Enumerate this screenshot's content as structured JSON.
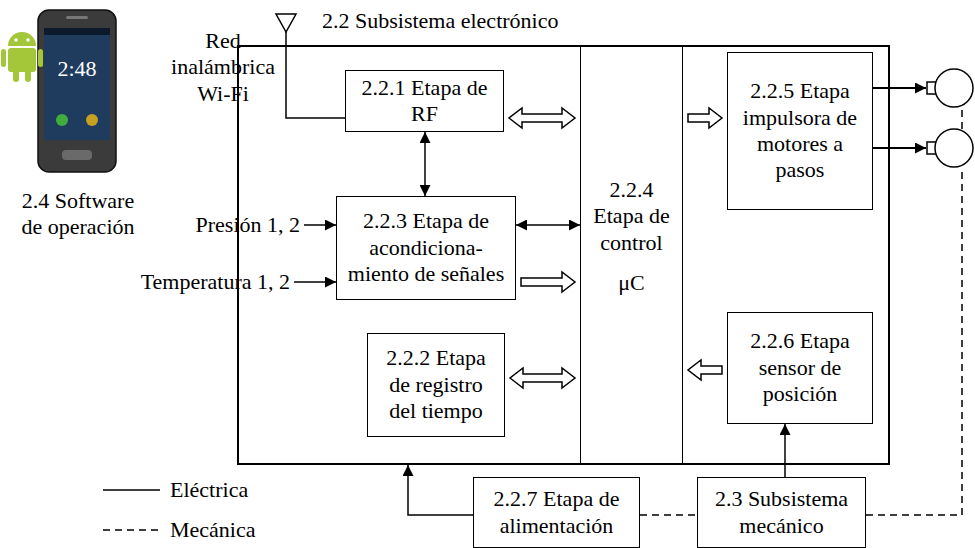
{
  "diagram": {
    "nodes": [
      {
        "text": [
          "2.2 Subsistema electrónico"
        ]
      },
      {
        "text": [
          "2.2.1 Etapa de RF"
        ],
        "in": 0
      },
      {
        "text": [
          "2.2.3 Etapa de acondiciona- miento de señales"
        ],
        "in": 0
      },
      {
        "text": [
          "2.2.2 Etapa de registro del tiempo"
        ],
        "in": 0
      },
      {
        "text": [
          "2.2.4 Etapa de control",
          "μC"
        ],
        "in": 0
      },
      {
        "text": [
          "2.2.5 Etapa impulsora de motores a pasos"
        ],
        "in": 0
      },
      {
        "text": [
          "2.2.6 Etapa sensor de posición"
        ],
        "in": 0
      },
      {
        "text": [
          "2.2.7 Etapa de alimentación"
        ]
      },
      {
        "text": [
          "2.3 Subsistema mecánico"
        ]
      }
    ],
    "edges": [
      {
        "from": 1,
        "to": 4,
        "arrow": "both"
      },
      {
        "from": 1,
        "to": 2,
        "arrow": "both"
      },
      {
        "from": 2,
        "to": 4,
        "arrow": "both"
      },
      {
        "from": 2,
        "to": 4,
        "arrow": "to"
      },
      {
        "from": 3,
        "to": 4,
        "arrow": "both"
      },
      {
        "from": 4,
        "to": 5,
        "arrow": "to"
      },
      {
        "from": 6,
        "to": 4,
        "arrow": "to"
      },
      {
        "from": 8,
        "to": 6,
        "arrow": "to"
      },
      {
        "from": 7,
        "to": 0,
        "arrow": "to"
      },
      {
        "from": 7,
        "to": 8,
        "arrow": "none"
      }
    ],
    "labels": [
      "Red inalámbrica Wi-Fi",
      "2.4 Software de operación",
      "2:48",
      "Presión 1, 2",
      "Temperatura 1, 2"
    ],
    "legend": [
      {
        "text": "Eléctrica"
      },
      {
        "text": "Mecánica"
      }
    ]
  }
}
